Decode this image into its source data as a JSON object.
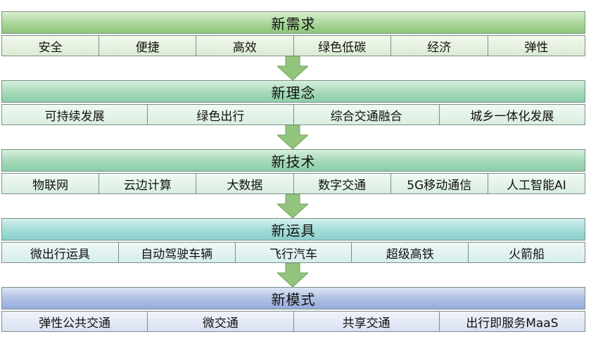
{
  "colors": {
    "green": "#a9d699",
    "teal_green": "#a5d9b7",
    "teal": "#a3dcd8",
    "blue": "#aebfe4",
    "arrow": "#93c47d",
    "border": "#7b8f86"
  },
  "sections": [
    {
      "title": "新需求",
      "items": [
        "安全",
        "便捷",
        "高效",
        "绿色低碳",
        "经济",
        "弹性"
      ]
    },
    {
      "title": "新理念",
      "items": [
        "可持续发展",
        "绿色出行",
        "综合交通融合",
        "城乡一体化发展"
      ]
    },
    {
      "title": "新技术",
      "items": [
        "物联网",
        "云边计算",
        "大数据",
        "数字交通",
        "5G移动通信",
        "人工智能AI"
      ]
    },
    {
      "title": "新运具",
      "items": [
        "微出行运具",
        "自动驾驶车辆",
        "飞行汽车",
        "超级高铁",
        "火箭船"
      ]
    },
    {
      "title": "新模式",
      "items": [
        "弹性公共交通",
        "微交通",
        "共享交通",
        "出行即服务MaaS"
      ]
    }
  ]
}
